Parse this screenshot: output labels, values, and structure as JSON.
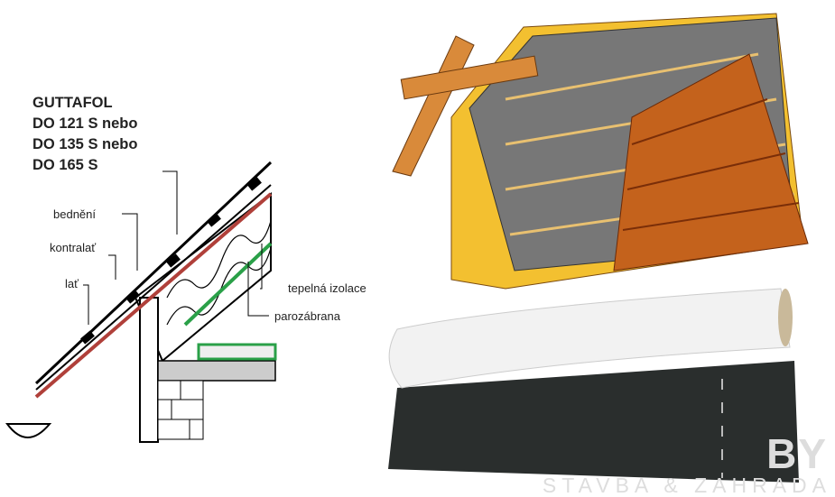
{
  "product_title": [
    "GUTTAFOL",
    "DO 121 S nebo",
    "DO 135 S nebo",
    "DO 165 S"
  ],
  "labels": {
    "bedneni": "bednění",
    "kontralat": "kontralať",
    "lat": "lať",
    "tepelna_izolace": "tepelná izolace",
    "parozabrana": "parozábrana"
  },
  "watermark": {
    "brand": "BY",
    "tagline": "STAVBA & ZAHRADA"
  },
  "colors": {
    "foil_red": "#b0403a",
    "vapor_green": "#2aa048",
    "timber": "#d98a3a",
    "tile": "#c4621c",
    "membrane": "#2a2e2d"
  }
}
